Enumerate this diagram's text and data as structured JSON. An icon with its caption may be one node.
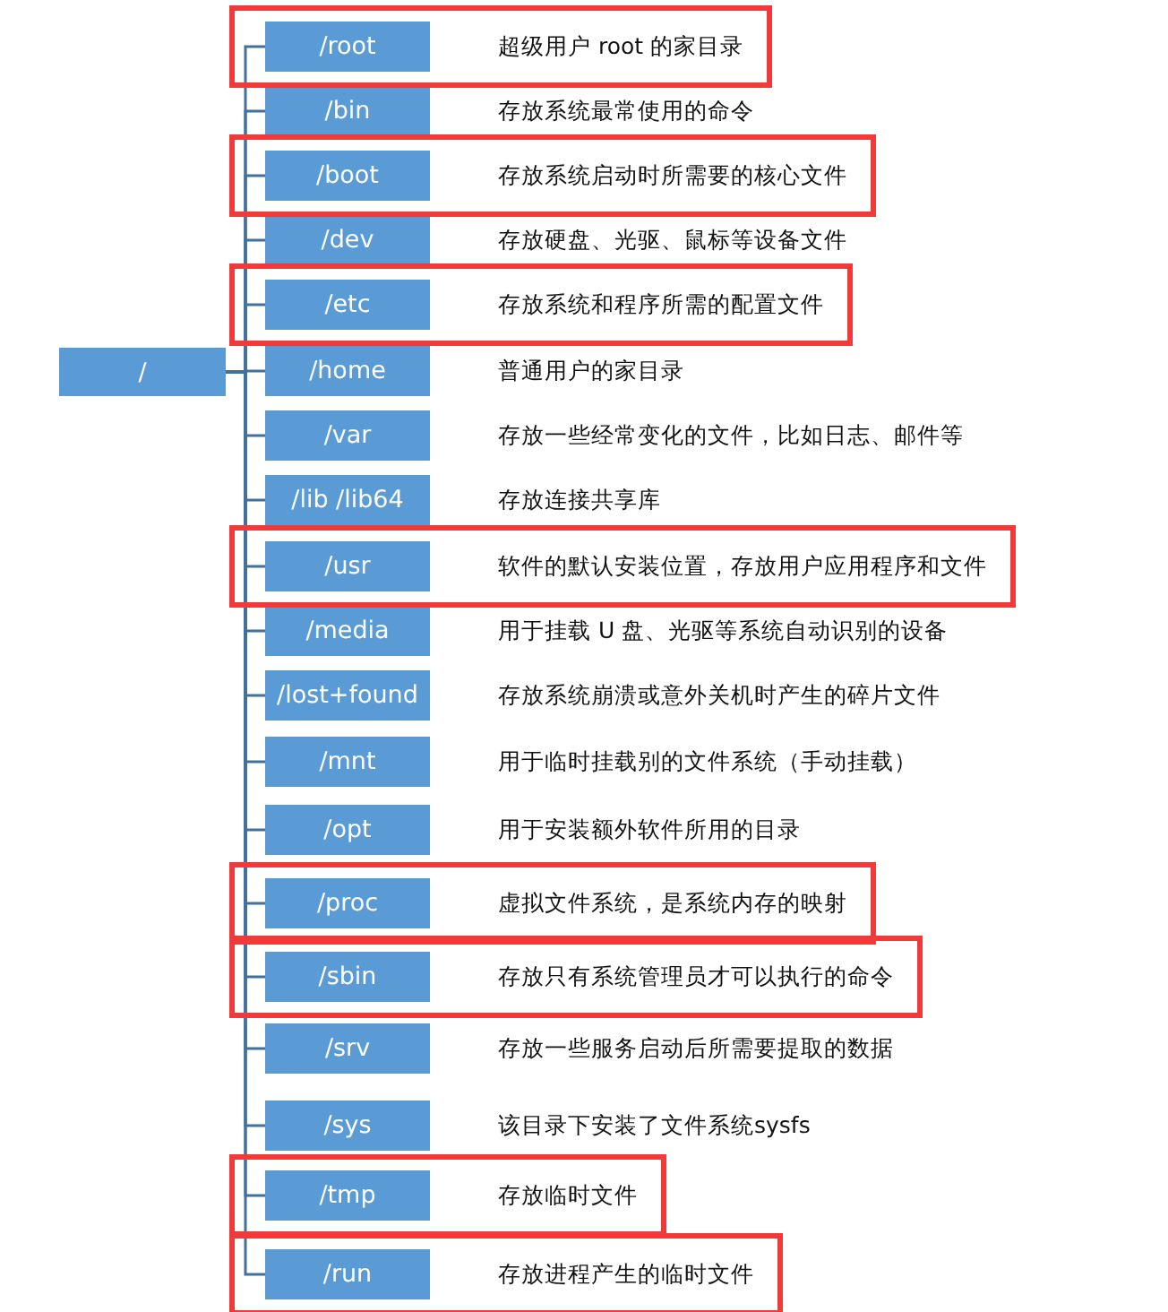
{
  "diagram": {
    "nodes": [
      {
        "text": [
          "/"
        ]
      },
      {
        "text": [
          "/root"
        ],
        "beside": [
          "超级用户 root 的家目录"
        ]
      },
      {
        "text": [
          "/bin"
        ],
        "beside": [
          "存放系统最常使用的命令"
        ]
      },
      {
        "text": [
          "/boot"
        ],
        "beside": [
          "存放系统启动时所需要的核心文件"
        ]
      },
      {
        "text": [
          "/dev"
        ],
        "beside": [
          "存放硬盘、光驱、鼠标等设备文件"
        ]
      },
      {
        "text": [
          "/etc"
        ],
        "beside": [
          "存放系统和程序所需的配置文件"
        ]
      },
      {
        "text": [
          "/home"
        ],
        "beside": [
          "普通用户的家目录"
        ]
      },
      {
        "text": [
          "/var"
        ],
        "beside": [
          "存放一些经常变化的文件，比如日志、邮件等"
        ]
      },
      {
        "text": [
          "/lib /lib64"
        ],
        "beside": [
          "存放连接共享库"
        ]
      },
      {
        "text": [
          "/usr"
        ],
        "beside": [
          "软件的默认安装位置，存放用户应用程序和文件"
        ]
      },
      {
        "text": [
          "/media"
        ],
        "beside": [
          "用于挂载 U 盘、光驱等系统自动识别的设备"
        ]
      },
      {
        "text": [
          "/lost+found"
        ],
        "beside": [
          "存放系统崩溃或意外关机时产生的碎片文件"
        ]
      },
      {
        "text": [
          "/mnt"
        ],
        "beside": [
          "用于临时挂载别的文件系统（手动挂载）"
        ]
      },
      {
        "text": [
          "/opt"
        ],
        "beside": [
          "用于安装额外软件所用的目录"
        ]
      },
      {
        "text": [
          "/proc"
        ],
        "beside": [
          "虚拟文件系统，是系统内存的映射"
        ]
      },
      {
        "text": [
          "/sbin"
        ],
        "beside": [
          "存放只有系统管理员才可以执行的命令"
        ]
      },
      {
        "text": [
          "/srv"
        ],
        "beside": [
          "存放一些服务启动后所需要提取的数据"
        ]
      },
      {
        "text": [
          "/sys"
        ],
        "beside": [
          "该目录下安装了文件系统sysfs"
        ]
      },
      {
        "text": [
          "/tmp"
        ],
        "beside": [
          "存放临时文件"
        ]
      },
      {
        "text": [
          "/run"
        ],
        "beside": [
          "存放进程产生的临时文件"
        ]
      }
    ],
    "edges": [
      {
        "from": 0,
        "to": 1,
        "arrow": "none"
      },
      {
        "from": 0,
        "to": 2,
        "arrow": "none"
      },
      {
        "from": 0,
        "to": 3,
        "arrow": "none"
      },
      {
        "from": 0,
        "to": 4,
        "arrow": "none"
      },
      {
        "from": 0,
        "to": 5,
        "arrow": "none"
      },
      {
        "from": 0,
        "to": 6,
        "arrow": "none"
      },
      {
        "from": 0,
        "to": 7,
        "arrow": "none"
      },
      {
        "from": 0,
        "to": 8,
        "arrow": "none"
      },
      {
        "from": 0,
        "to": 9,
        "arrow": "none"
      },
      {
        "from": 0,
        "to": 10,
        "arrow": "none"
      },
      {
        "from": 0,
        "to": 11,
        "arrow": "none"
      },
      {
        "from": 0,
        "to": 12,
        "arrow": "none"
      },
      {
        "from": 0,
        "to": 13,
        "arrow": "none"
      },
      {
        "from": 0,
        "to": 14,
        "arrow": "none"
      },
      {
        "from": 0,
        "to": 15,
        "arrow": "none"
      },
      {
        "from": 0,
        "to": 16,
        "arrow": "none"
      },
      {
        "from": 0,
        "to": 17,
        "arrow": "none"
      },
      {
        "from": 0,
        "to": 18,
        "arrow": "none"
      },
      {
        "from": 0,
        "to": 19,
        "arrow": "none"
      }
    ]
  }
}
